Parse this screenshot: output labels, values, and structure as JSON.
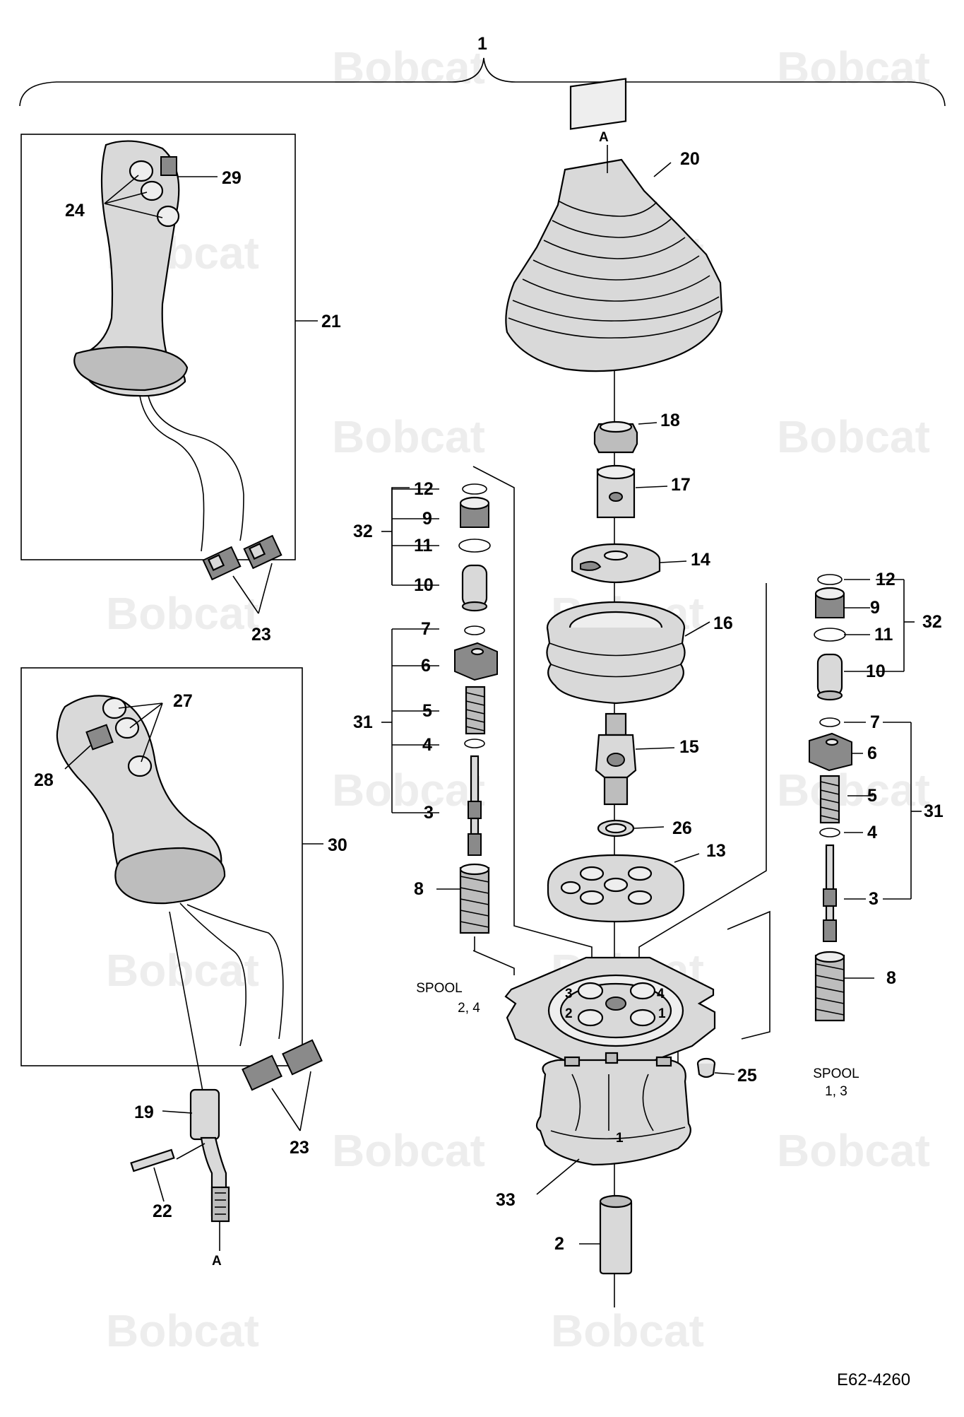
{
  "assembly_number": "1",
  "figure_id": "E62-4260",
  "watermark": "Bobcat",
  "letter_a": "A",
  "spool_left": {
    "line1": "SPOOL",
    "line2": "2, 4"
  },
  "spool_right": {
    "line1": "SPOOL",
    "line2": "1, 3"
  },
  "port_numbers": [
    "3",
    "4",
    "2",
    "1"
  ],
  "housing_mark": "1",
  "callouts": {
    "c2": "2",
    "c3": "3",
    "c4": "4",
    "c5": "5",
    "c6": "6",
    "c7": "7",
    "c8": "8",
    "c9": "9",
    "c10": "10",
    "c11": "11",
    "c12": "12",
    "c13": "13",
    "c14": "14",
    "c15": "15",
    "c16": "16",
    "c17": "17",
    "c18": "18",
    "c19": "19",
    "c20": "20",
    "c21": "21",
    "c22": "22",
    "c23": "23",
    "c24": "24",
    "c25": "25",
    "c26": "26",
    "c27": "27",
    "c28": "28",
    "c29": "29",
    "c30": "30",
    "c31": "31",
    "c32": "32",
    "c33": "33"
  }
}
